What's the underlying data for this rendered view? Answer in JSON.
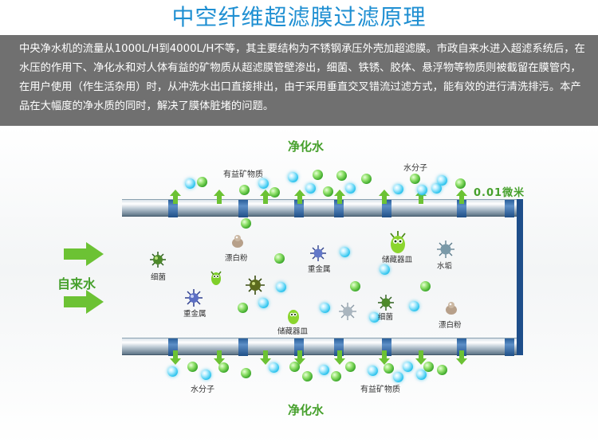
{
  "title": "中空纤维超滤膜过滤原理",
  "description": "中央净水机的流量从1000L/H到4000L/H不等，其主要结构为不锈钢承压外壳加超滤膜。市政自来水进入超滤系统后，在水压的作用下、净化水和对人体有益的矿物质从超滤膜管壁渗出，细菌、铁锈、胶体、悬浮物等物质则被截留在膜管内，在用户使用（作生活杂用）时，从冲洗水出口直接排出，由于采用垂直交叉错流过滤方式，能有效的进行清洗排污。本产品在大幅度的净水质的同时，解决了膜体脏堵的问题。",
  "diagram": {
    "top_output_label": "净化水",
    "bottom_output_label": "净化水",
    "input_label": "自来水",
    "pore_size_label": "0.01微米",
    "top_mineral_label": "有益矿物质",
    "top_water_label": "水分子",
    "bottom_water_label": "水分子",
    "bottom_mineral_label": "有益矿物质",
    "particles": {
      "bacteria_1": "细菌",
      "bleach_1": "漂白粉",
      "heavy_metal_1": "重金属",
      "parasite_1": "储藏器皿",
      "scale": "水垢",
      "heavy_metal_2": "重金属",
      "parasite_2": "储藏器皿",
      "bacteria_2": "细菌",
      "bleach_2": "漂白粉"
    },
    "colors": {
      "title": "#1f8fd2",
      "description_bg": "#707070",
      "green_text": "#46a02c",
      "arrow_green": "#6cc234",
      "pipe_segment": "#2a5f9a",
      "water_molecule": "#2ec5ef",
      "mineral": "#35a325"
    }
  }
}
